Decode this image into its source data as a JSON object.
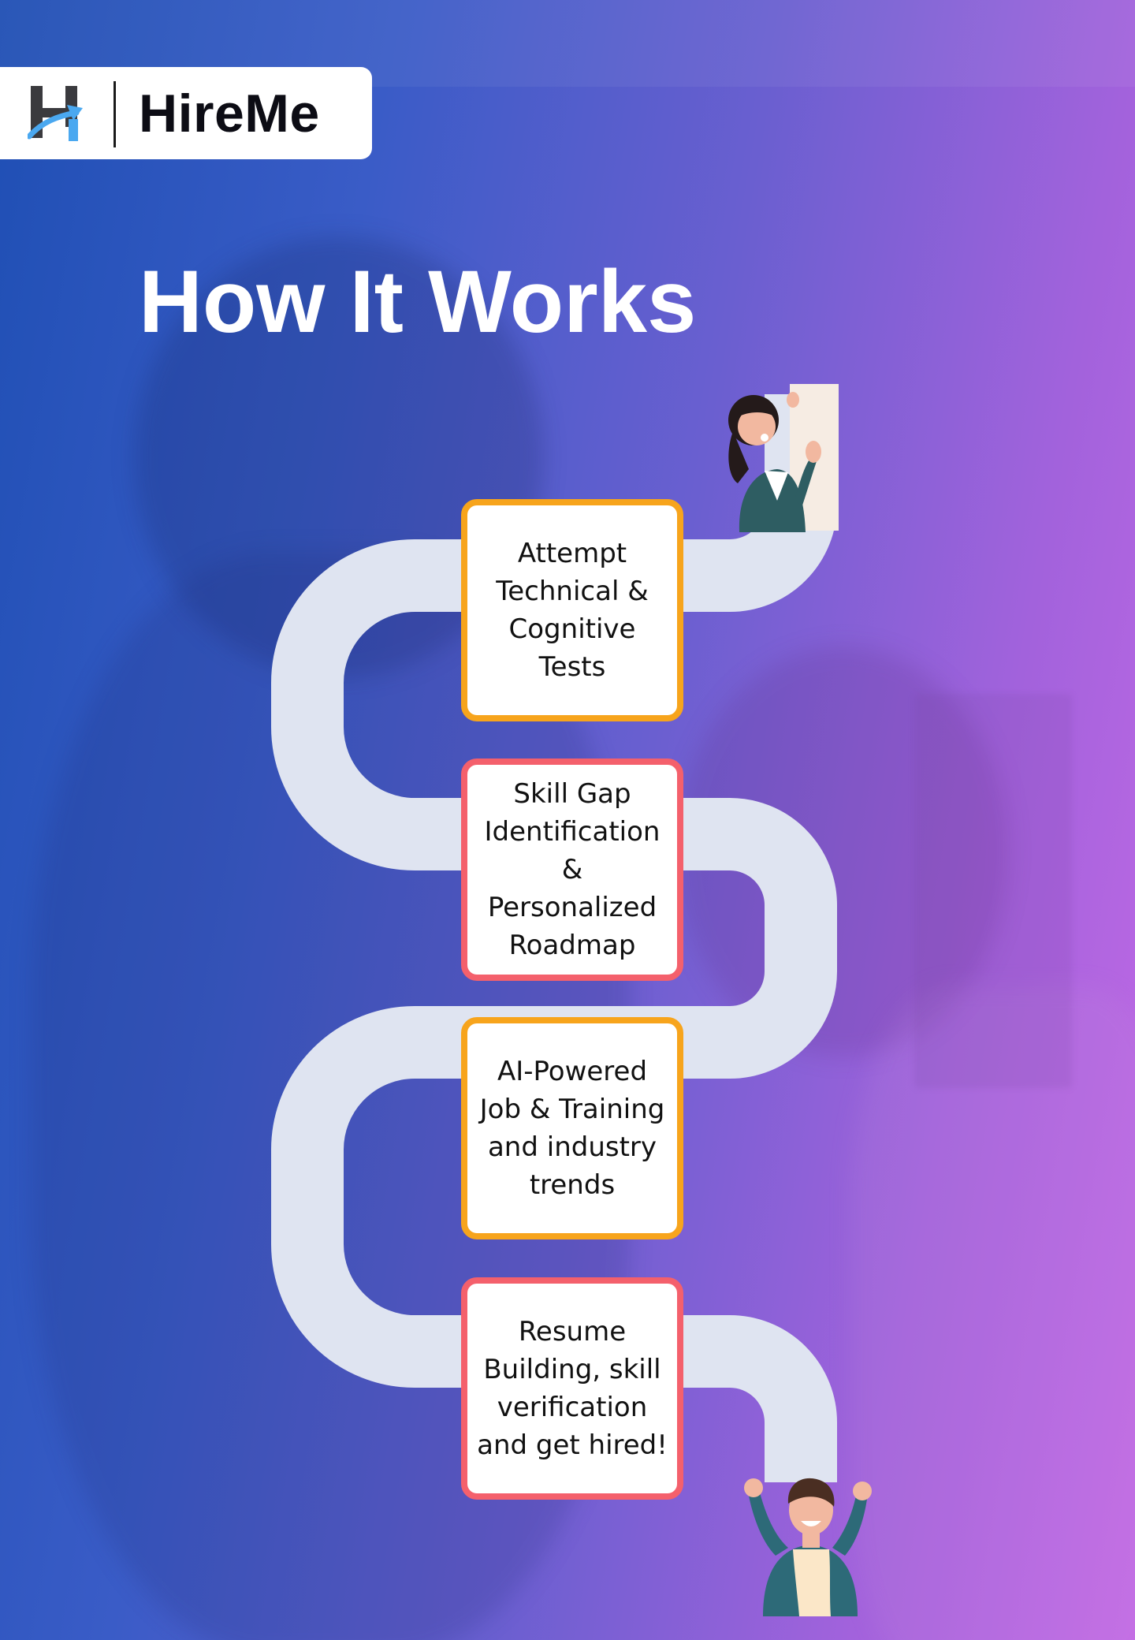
{
  "brand": {
    "name": "HireMe",
    "logo_icon": "hireme-h-logo-icon"
  },
  "page_title": "How It Works",
  "steps": [
    {
      "text": "Attempt\nTechnical &\nCognitive\nTests",
      "border": "#f7a41c"
    },
    {
      "text": "Skill Gap\nIdentification\n& Personalized\nRoadmap",
      "border": "#f4606c"
    },
    {
      "text": "AI-Powered\nJob & Training\nand industry\ntrends",
      "border": "#f7a41c"
    },
    {
      "text": "Resume\nBuilding, skill\nverification\nand get hired!",
      "border": "#f4606c"
    }
  ],
  "illustrations": [
    "waving-woman-illustration",
    "celebrating-man-illustration"
  ],
  "colors": {
    "gradient_start": "#1f4fb4",
    "gradient_end": "#c46ae6",
    "road": "#dfe4f1",
    "accent_orange": "#f7a41c",
    "accent_coral": "#f4606c",
    "logo_blue": "#4aa8f0"
  }
}
